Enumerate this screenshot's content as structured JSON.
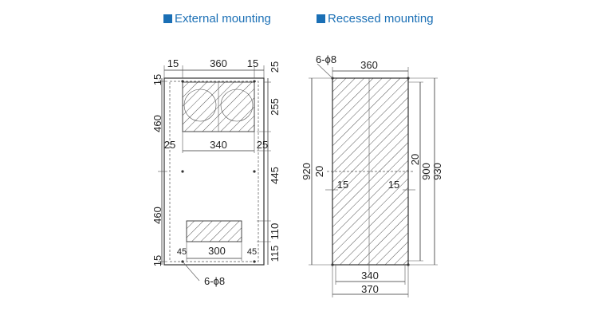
{
  "headings": {
    "external": "External mounting",
    "recessed": "Recessed mounting"
  },
  "colors": {
    "heading": "#1a6fb5",
    "line": "#333333",
    "hatch": "#555555"
  },
  "external": {
    "top_dims": [
      "15",
      "360",
      "15"
    ],
    "right_dims": [
      "25",
      "255",
      "25",
      "445",
      "110",
      "115"
    ],
    "left_dims": [
      "15",
      "460",
      "460",
      "15"
    ],
    "mid_dims": [
      "25",
      "340"
    ],
    "bottom_dims": [
      "45",
      "300",
      "45"
    ],
    "hole_label": "6-ϕ8"
  },
  "recessed": {
    "hole_label": "6-ϕ8",
    "top_dim": "360",
    "left_dim": "920",
    "right_dims": [
      "20",
      "900",
      "930"
    ],
    "mid_dims": [
      "20",
      "15",
      "15"
    ],
    "bottom_dims": [
      "340",
      "370"
    ]
  }
}
